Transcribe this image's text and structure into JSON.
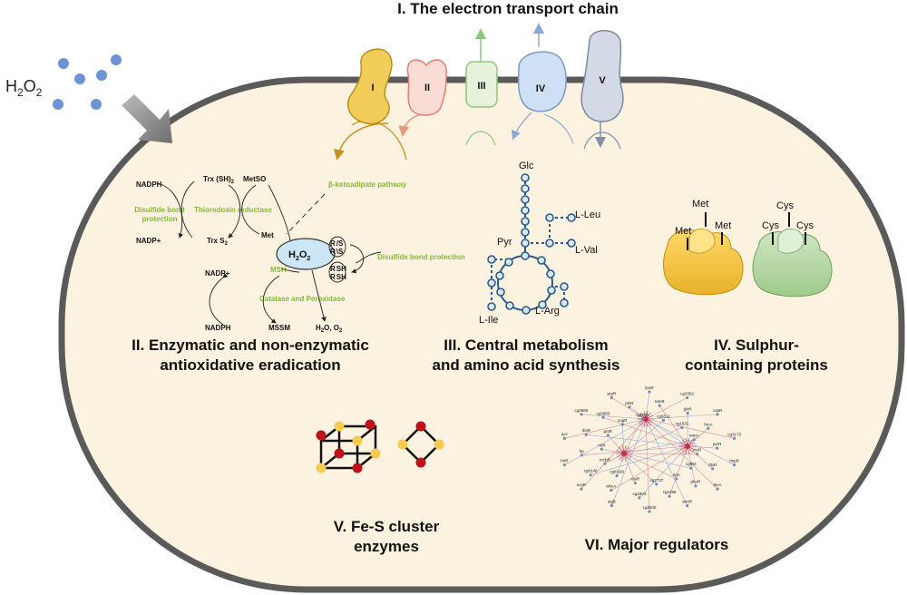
{
  "h2o2_outside": {
    "base": "H",
    "sub1": "2",
    "mid": "O",
    "sub2": "2"
  },
  "etc": {
    "title": "I. The electron transport chain",
    "complexes": [
      "I",
      "II",
      "III",
      "IV",
      "V"
    ]
  },
  "antioxidative": {
    "title_line1": "II. Enzymatic and non-enzymatic",
    "title_line2": "antioxidative eradication",
    "nadph_top": "NADPH",
    "trx_sh": "Trx (SH)",
    "trx_sh_sub": "2",
    "metso": "MetSO",
    "disulfide_left_1": "Disulfide bond",
    "disulfide_left_2": "protection",
    "thioredoxin_reductase": "Thioredoxin reductase",
    "nadp_top": "NADP+",
    "trx_s": "Trx S",
    "trx_s_sub": "2",
    "met": "Met",
    "beta_keto": "β-ketoadipate pathway",
    "center_base": "H",
    "center_sub1": "2",
    "center_mid": "O",
    "center_sub2": "2",
    "rs1": "R",
    "rs2": "S",
    "rsh1": "R",
    "rsh2": "SH",
    "disulfide_right": "Disulfide bond protection",
    "nadp_bottom": "NADP+",
    "msh": "MSH",
    "catalase": "Catalase and Peroxidase",
    "nadph_bottom": "NADPH",
    "mssm": "MSSM",
    "water_oxygen": "H",
    "water_sub": "2",
    "water_rest": "O, O",
    "water_sub2": "2"
  },
  "metabolism": {
    "title_line1": "III. Central metabolism",
    "title_line2": "and amino acid synthesis",
    "glc": "Glc",
    "pyr": "Pyr",
    "leu": "L-Leu",
    "val": "L-Val",
    "ile": "L-Ile",
    "arg": "L-Arg"
  },
  "sulphur": {
    "title_line1": "IV. Sulphur-",
    "title_line2": "containing proteins",
    "met_labels": [
      "Met",
      "Met",
      "Met"
    ],
    "cys_labels": [
      "Cys",
      "Cys",
      "Cys"
    ]
  },
  "fes": {
    "title_line1": "V. Fe-S cluster",
    "title_line2": "enzymes"
  },
  "regulators": {
    "title": "VI. Major regulators",
    "nodes": [
      "lpuR",
      "ramB",
      "cg0312",
      "cg3352",
      "glxR",
      "cg1631",
      "copR",
      "hrcA",
      "ramA",
      "cg3173",
      "pyrR",
      "ctsR",
      "hspR",
      "dtxR",
      "cgtR2",
      "lexA",
      "phoR",
      "ripA",
      "amtR",
      "cg1486",
      "cg2737",
      "cg2500",
      "cg3303",
      "rosR",
      "sigB",
      "whcA",
      "cgl0166",
      "oxyR",
      "cg0146",
      "mcbR",
      "hrtR",
      "lrp",
      "nrtR",
      "ilvY",
      "rbsR",
      "gntR",
      "cg2965",
      "cg0883",
      "sugR",
      "prpR",
      "ptsR",
      "cg1026"
    ]
  }
}
